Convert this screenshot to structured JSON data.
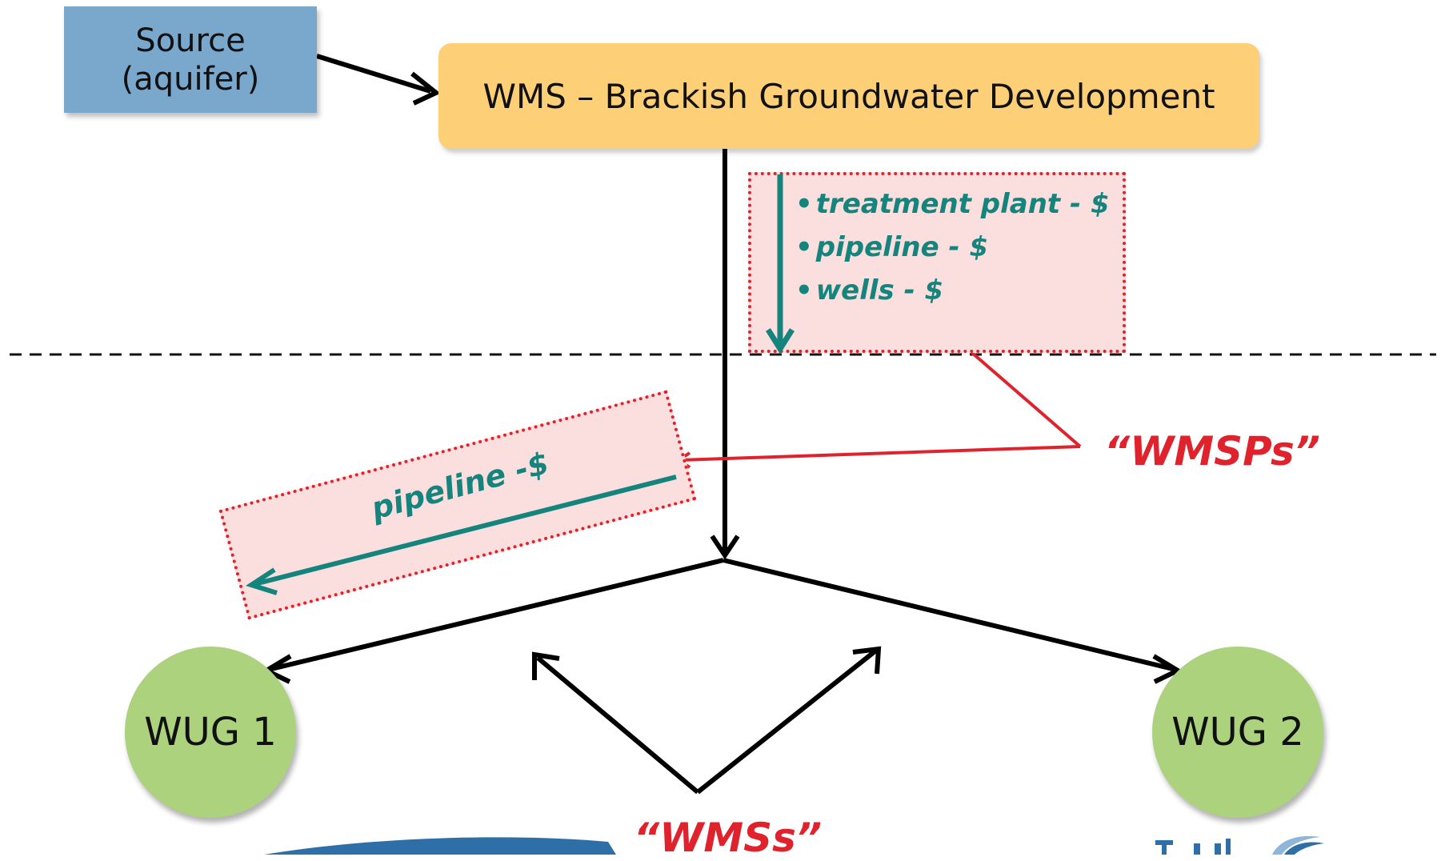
{
  "diagram": {
    "source": {
      "label": "Source\n(aquifer)"
    },
    "wms": {
      "label": "WMS – Brackish Groundwater Development"
    },
    "project_costs": {
      "items": [
        "treatment plant - $",
        "pipeline - $",
        "wells - $"
      ]
    },
    "distribution_cost": {
      "label": "pipeline -$"
    },
    "wugs": [
      {
        "label": "WUG 1"
      },
      {
        "label": "WUG 2"
      }
    ],
    "callouts": {
      "wmsps": "“WMSPs”",
      "wmss": "“WMSs”"
    }
  },
  "colors": {
    "source_fill": "#7aa8cd",
    "wms_fill": "#fdd078",
    "wug_fill": "#acd27e",
    "callout_red": "#e0222d",
    "cost_teal": "#15847c",
    "cost_box_fill": "#fbdede",
    "logo_blue": "#2f6fa8"
  },
  "icons": {
    "logo": "texas-water-logo-fragment",
    "swoosh": "blue-swoosh-decoration"
  }
}
